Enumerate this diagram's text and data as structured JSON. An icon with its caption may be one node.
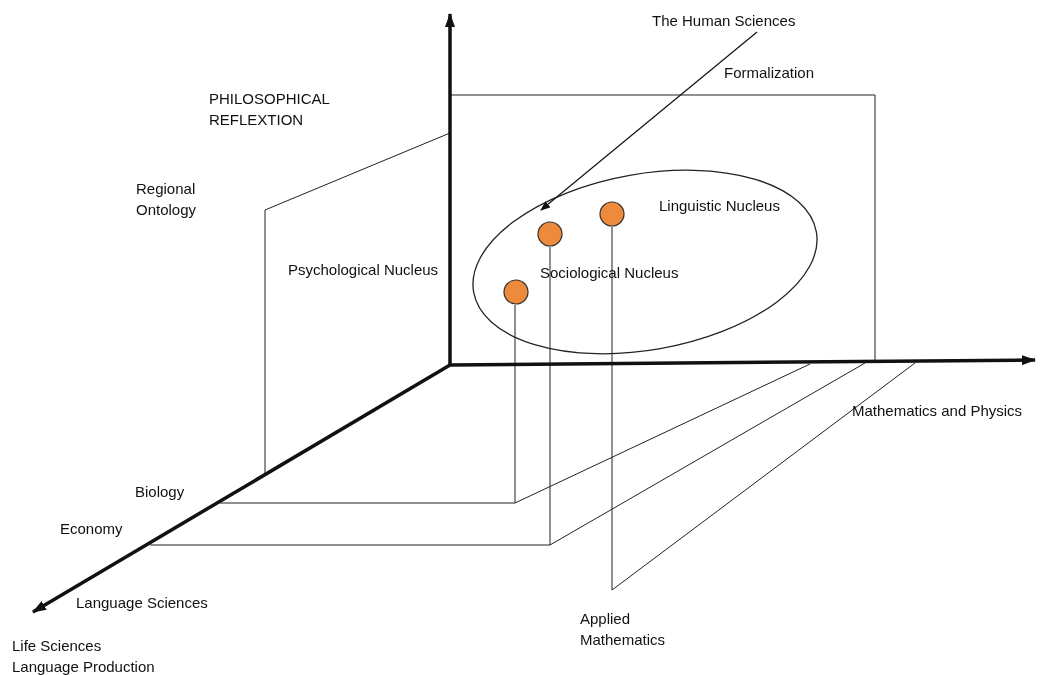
{
  "diagram": {
    "nodes": [
      {
        "text": [
          "The Human Sciences"
        ]
      },
      {
        "text": [],
        "shape": "ellipse"
      }
    ],
    "edges": [
      {
        "from": 0,
        "to": 1,
        "arrow": "to"
      }
    ],
    "labels": [
      "Formalization",
      "PHILOSOPHICAL REFLEXTION",
      "Regional Ontology",
      "Linguistic Nucleus",
      "Psychological Nucleus",
      "Sociological Nucleus",
      "Mathematics and Physics",
      "Biology",
      "Economy",
      "Language Sciences",
      "Applied Mathematics",
      "Life Sciences",
      "Language Production"
    ]
  }
}
